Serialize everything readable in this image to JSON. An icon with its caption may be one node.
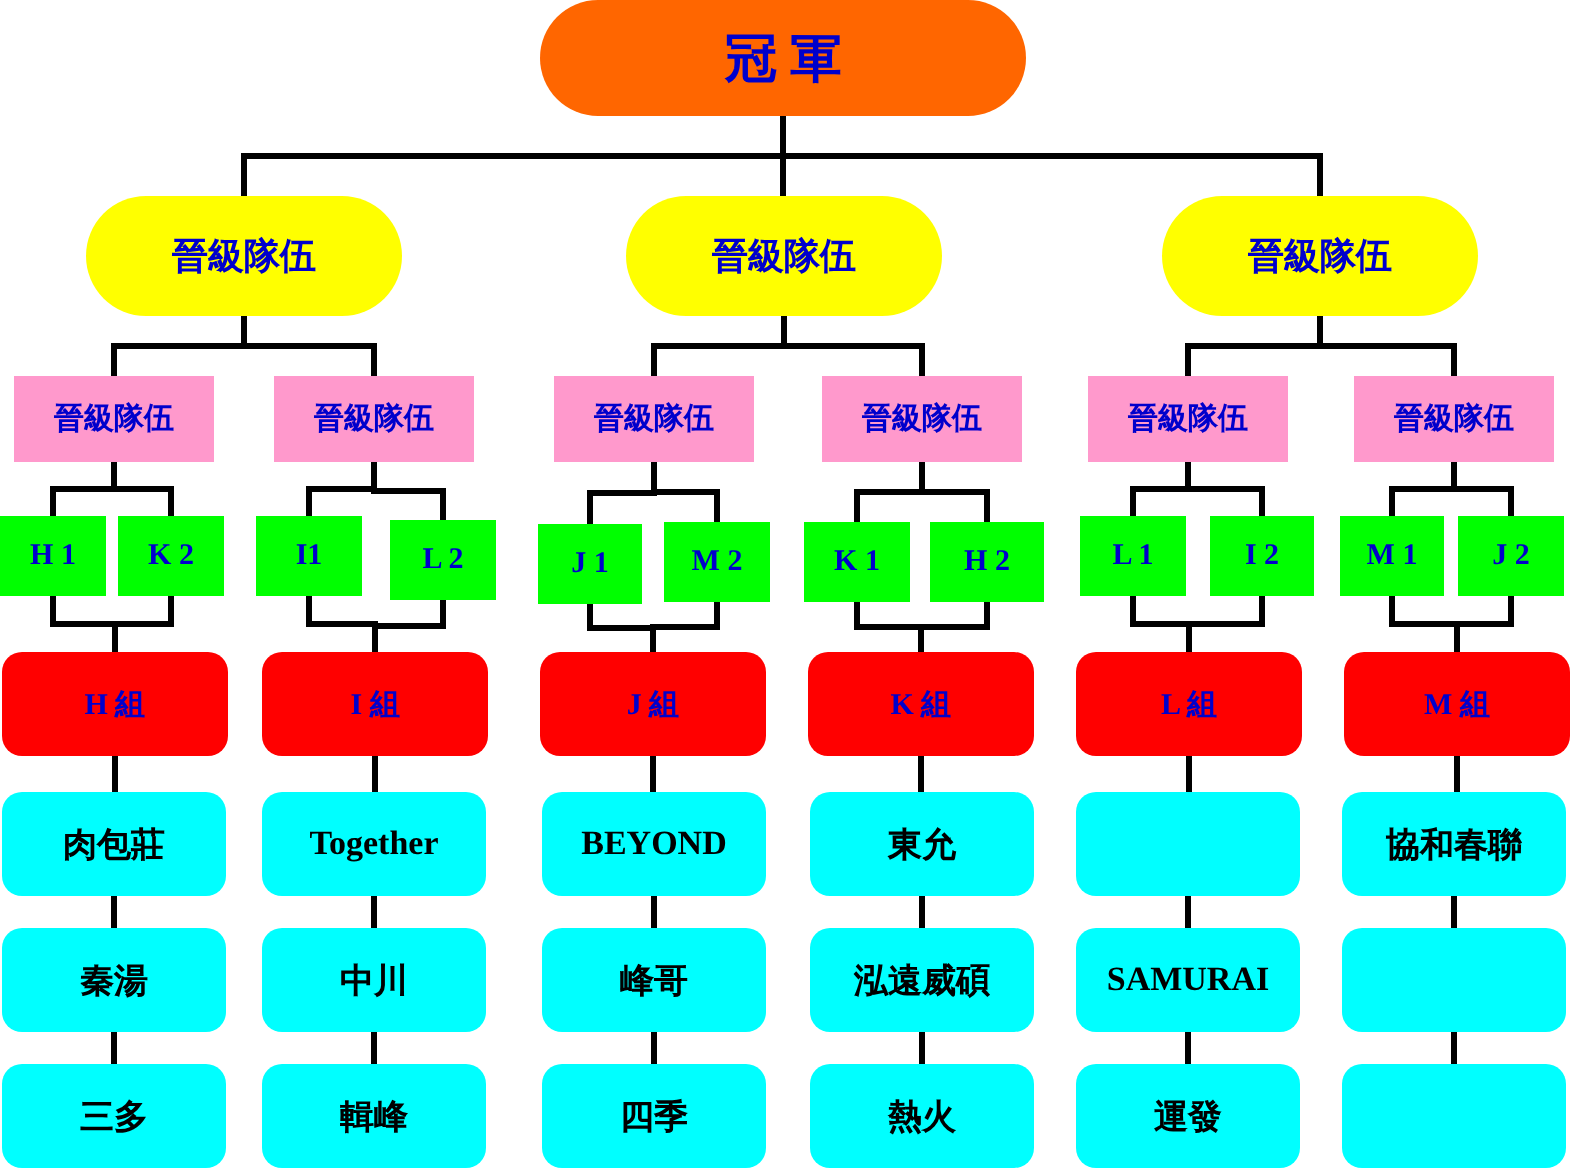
{
  "diagram": {
    "nodes": [
      {
        "text": [
          "冠 軍"
        ]
      },
      {
        "text": [
          "晉級隊伍"
        ]
      },
      {
        "text": [
          "晉級隊伍"
        ]
      },
      {
        "text": [
          "晉級隊伍"
        ]
      },
      {
        "text": [
          "晉級隊伍"
        ]
      },
      {
        "text": [
          "晉級隊伍"
        ]
      },
      {
        "text": [
          "晉級隊伍"
        ]
      },
      {
        "text": [
          "晉級隊伍"
        ]
      },
      {
        "text": [
          "晉級隊伍"
        ]
      },
      {
        "text": [
          "晉級隊伍"
        ]
      },
      {
        "text": [
          "H 1"
        ]
      },
      {
        "text": [
          "K 2"
        ]
      },
      {
        "text": [
          "I1"
        ]
      },
      {
        "text": [
          "L 2"
        ]
      },
      {
        "text": [
          "J 1"
        ]
      },
      {
        "text": [
          "M 2"
        ]
      },
      {
        "text": [
          "K 1"
        ]
      },
      {
        "text": [
          "H 2"
        ]
      },
      {
        "text": [
          "L 1"
        ]
      },
      {
        "text": [
          "I 2"
        ]
      },
      {
        "text": [
          "M 1"
        ]
      },
      {
        "text": [
          "J 2"
        ]
      },
      {
        "text": [
          "H 組"
        ]
      },
      {
        "text": [
          "I 組"
        ]
      },
      {
        "text": [
          "J 組"
        ]
      },
      {
        "text": [
          "K 組"
        ]
      },
      {
        "text": [
          "L 組"
        ]
      },
      {
        "text": [
          "M 組"
        ]
      },
      {
        "text": [
          "肉包莊"
        ]
      },
      {
        "text": [
          "秦湯"
        ]
      },
      {
        "text": [
          "三多"
        ]
      },
      {
        "text": [
          "Together"
        ]
      },
      {
        "text": [
          "中川"
        ]
      },
      {
        "text": [
          "輯峰"
        ]
      },
      {
        "text": [
          "BEYOND"
        ]
      },
      {
        "text": [
          "峰哥"
        ]
      },
      {
        "text": [
          "四季"
        ]
      },
      {
        "text": [
          "東允"
        ]
      },
      {
        "text": [
          "泓遠威碩"
        ]
      },
      {
        "text": [
          "熱火"
        ]
      },
      {
        "text": [],
        "shape": "box"
      },
      {
        "text": [
          "SAMURAI"
        ]
      },
      {
        "text": [
          "運發"
        ]
      },
      {
        "text": [
          "協和春聯"
        ]
      },
      {
        "text": [],
        "shape": "box"
      },
      {
        "text": [],
        "shape": "box"
      }
    ],
    "edges": [
      {
        "from": 0,
        "to": 1,
        "arrow": "none"
      },
      {
        "from": 0,
        "to": 2,
        "arrow": "none"
      },
      {
        "from": 0,
        "to": 3,
        "arrow": "none"
      },
      {
        "from": 1,
        "to": 4,
        "arrow": "none"
      },
      {
        "from": 1,
        "to": 5,
        "arrow": "none"
      },
      {
        "from": 2,
        "to": 6,
        "arrow": "none"
      },
      {
        "from": 2,
        "to": 7,
        "arrow": "none"
      },
      {
        "from": 3,
        "to": 8,
        "arrow": "none"
      },
      {
        "from": 3,
        "to": 9,
        "arrow": "none"
      },
      {
        "from": 4,
        "to": 10,
        "arrow": "none"
      },
      {
        "from": 4,
        "to": 11,
        "arrow": "none"
      },
      {
        "from": 5,
        "to": 12,
        "arrow": "none"
      },
      {
        "from": 5,
        "to": 13,
        "arrow": "none"
      },
      {
        "from": 6,
        "to": 14,
        "arrow": "none"
      },
      {
        "from": 6,
        "to": 15,
        "arrow": "none"
      },
      {
        "from": 7,
        "to": 16,
        "arrow": "none"
      },
      {
        "from": 7,
        "to": 17,
        "arrow": "none"
      },
      {
        "from": 8,
        "to": 18,
        "arrow": "none"
      },
      {
        "from": 8,
        "to": 19,
        "arrow": "none"
      },
      {
        "from": 9,
        "to": 20,
        "arrow": "none"
      },
      {
        "from": 9,
        "to": 21,
        "arrow": "none"
      },
      {
        "from": 10,
        "to": 22,
        "arrow": "none"
      },
      {
        "from": 11,
        "to": 22,
        "arrow": "none"
      },
      {
        "from": 12,
        "to": 23,
        "arrow": "none"
      },
      {
        "from": 13,
        "to": 23,
        "arrow": "none"
      },
      {
        "from": 14,
        "to": 24,
        "arrow": "none"
      },
      {
        "from": 15,
        "to": 24,
        "arrow": "none"
      },
      {
        "from": 16,
        "to": 25,
        "arrow": "none"
      },
      {
        "from": 17,
        "to": 25,
        "arrow": "none"
      },
      {
        "from": 18,
        "to": 26,
        "arrow": "none"
      },
      {
        "from": 19,
        "to": 26,
        "arrow": "none"
      },
      {
        "from": 20,
        "to": 27,
        "arrow": "none"
      },
      {
        "from": 21,
        "to": 27,
        "arrow": "none"
      },
      {
        "from": 22,
        "to": 28,
        "arrow": "none"
      },
      {
        "from": 28,
        "to": 29,
        "arrow": "none"
      },
      {
        "from": 29,
        "to": 30,
        "arrow": "none"
      },
      {
        "from": 23,
        "to": 31,
        "arrow": "none"
      },
      {
        "from": 31,
        "to": 32,
        "arrow": "none"
      },
      {
        "from": 32,
        "to": 33,
        "arrow": "none"
      },
      {
        "from": 24,
        "to": 34,
        "arrow": "none"
      },
      {
        "from": 34,
        "to": 35,
        "arrow": "none"
      },
      {
        "from": 35,
        "to": 36,
        "arrow": "none"
      },
      {
        "from": 25,
        "to": 37,
        "arrow": "none"
      },
      {
        "from": 37,
        "to": 38,
        "arrow": "none"
      },
      {
        "from": 38,
        "to": 39,
        "arrow": "none"
      },
      {
        "from": 26,
        "to": 40,
        "arrow": "none"
      },
      {
        "from": 40,
        "to": 41,
        "arrow": "none"
      },
      {
        "from": 41,
        "to": 42,
        "arrow": "none"
      },
      {
        "from": 27,
        "to": 43,
        "arrow": "none"
      },
      {
        "from": 43,
        "to": 44,
        "arrow": "none"
      },
      {
        "from": 44,
        "to": 45,
        "arrow": "none"
      }
    ]
  }
}
